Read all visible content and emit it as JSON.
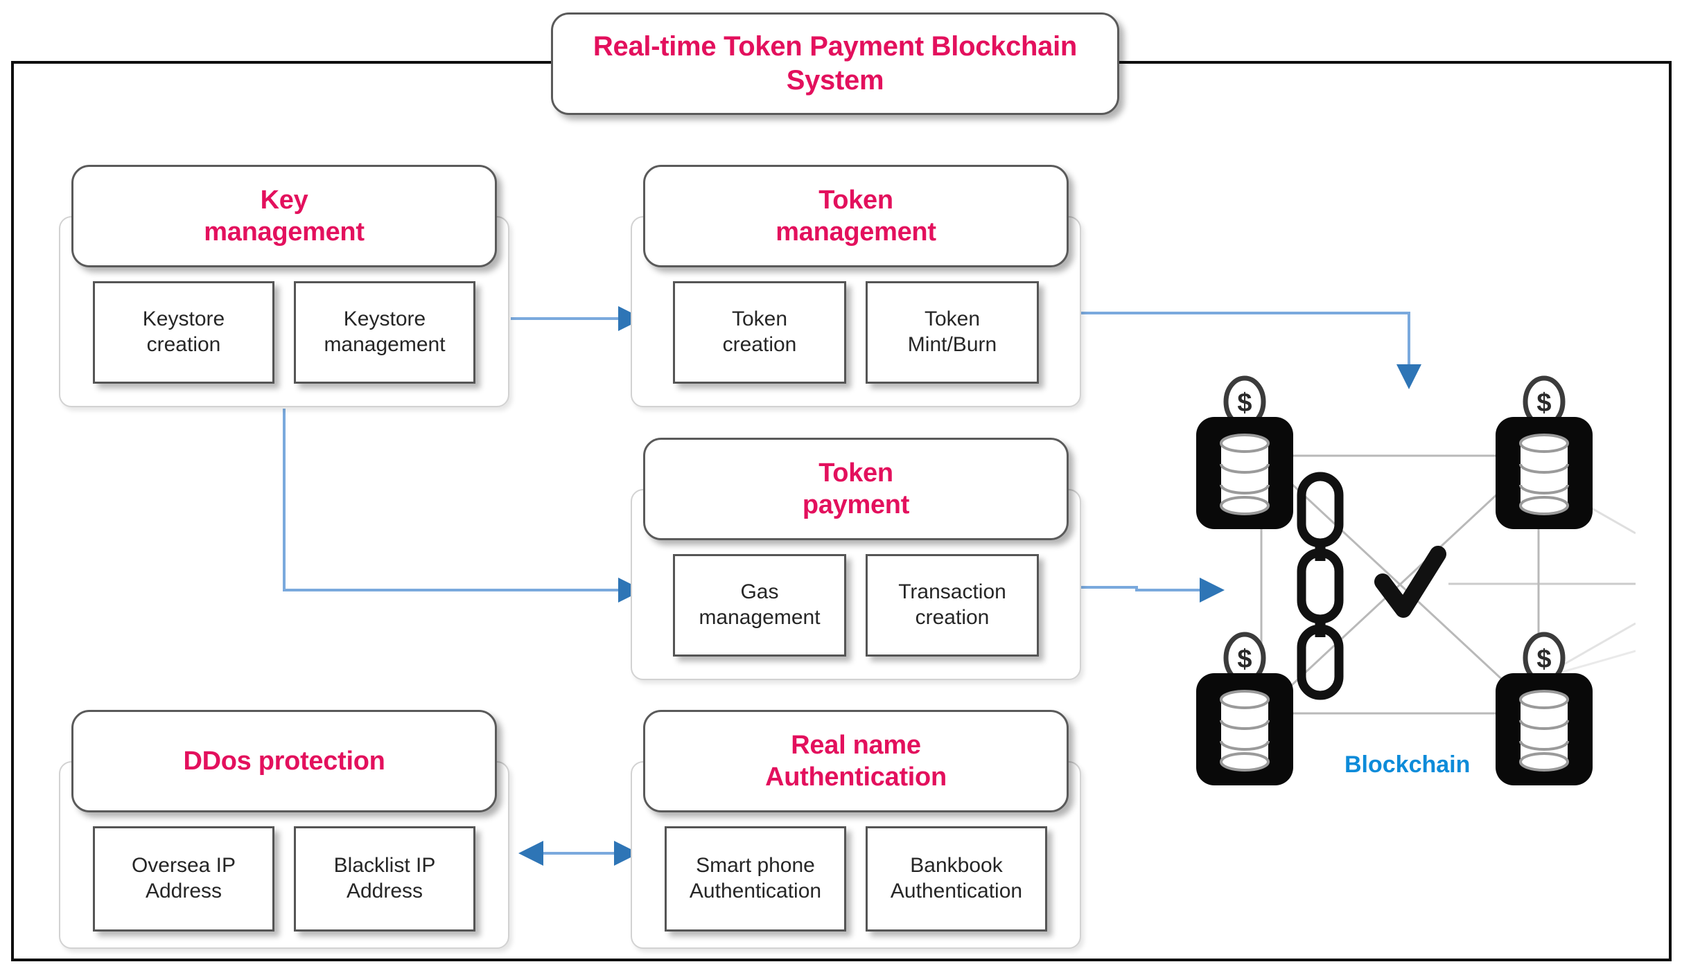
{
  "system": {
    "title": "Real-time Token Payment Blockchain System",
    "title_line1": "Real-time Token Payment Blockchain",
    "title_line2": "System"
  },
  "colors": {
    "module_title": "#e3105d",
    "blockchain_label": "#0d8bd9",
    "arrow": "#2e75b6",
    "frame": "#0d0d0d",
    "sub_box_border": "#555555",
    "network_line": "#b5b5b5"
  },
  "modules": [
    {
      "id": "key-management",
      "title": "Key management",
      "title_line1": "Key",
      "title_line2": "management",
      "items": [
        {
          "line1": "Keystore",
          "line2": "creation"
        },
        {
          "line1": "Keystore",
          "line2": "management"
        }
      ]
    },
    {
      "id": "token-management",
      "title": "Token management",
      "title_line1": "Token",
      "title_line2": "management",
      "items": [
        {
          "line1": "Token",
          "line2": "creation"
        },
        {
          "line1": "Token",
          "line2": "Mint/Burn"
        }
      ]
    },
    {
      "id": "token-payment",
      "title": "Token payment",
      "title_line1": "Token",
      "title_line2": "payment",
      "items": [
        {
          "line1": "Gas",
          "line2": "management"
        },
        {
          "line1": "Transaction",
          "line2": "creation"
        }
      ]
    },
    {
      "id": "ddos-protection",
      "title": "DDos protection",
      "title_line1": "DDos protection",
      "title_line2": "",
      "items": [
        {
          "line1": "Oversea IP",
          "line2": "Address"
        },
        {
          "line1": "Blacklist IP",
          "line2": "Address"
        }
      ]
    },
    {
      "id": "real-name-authentication",
      "title": "Real name Authentication",
      "title_line1": "Real name",
      "title_line2": "Authentication",
      "items": [
        {
          "line1": "Smart phone",
          "line2": "Authentication"
        },
        {
          "line1": "Bankbook",
          "line2": "Authentication"
        }
      ]
    }
  ],
  "blockchain": {
    "label": "Blockchain",
    "node_count": 4,
    "node_icon": "database-node-icon",
    "coin_icon": "dollar-coin-icon",
    "center_icon": "chain-link-icon",
    "verified_icon": "checkmark-icon"
  },
  "connectors": [
    {
      "id": "key-to-token-management",
      "from": "key-management",
      "to": "token-management",
      "direction": "one-way"
    },
    {
      "id": "key-to-token-payment",
      "from": "key-management",
      "to": "token-payment",
      "direction": "one-way"
    },
    {
      "id": "token-management-to-blockchain",
      "from": "token-management",
      "to": "blockchain",
      "direction": "one-way"
    },
    {
      "id": "token-payment-to-blockchain",
      "from": "token-payment",
      "to": "blockchain",
      "direction": "one-way"
    },
    {
      "id": "ddos-to-realname",
      "from": "ddos-protection",
      "to": "real-name-authentication",
      "direction": "two-way"
    }
  ]
}
